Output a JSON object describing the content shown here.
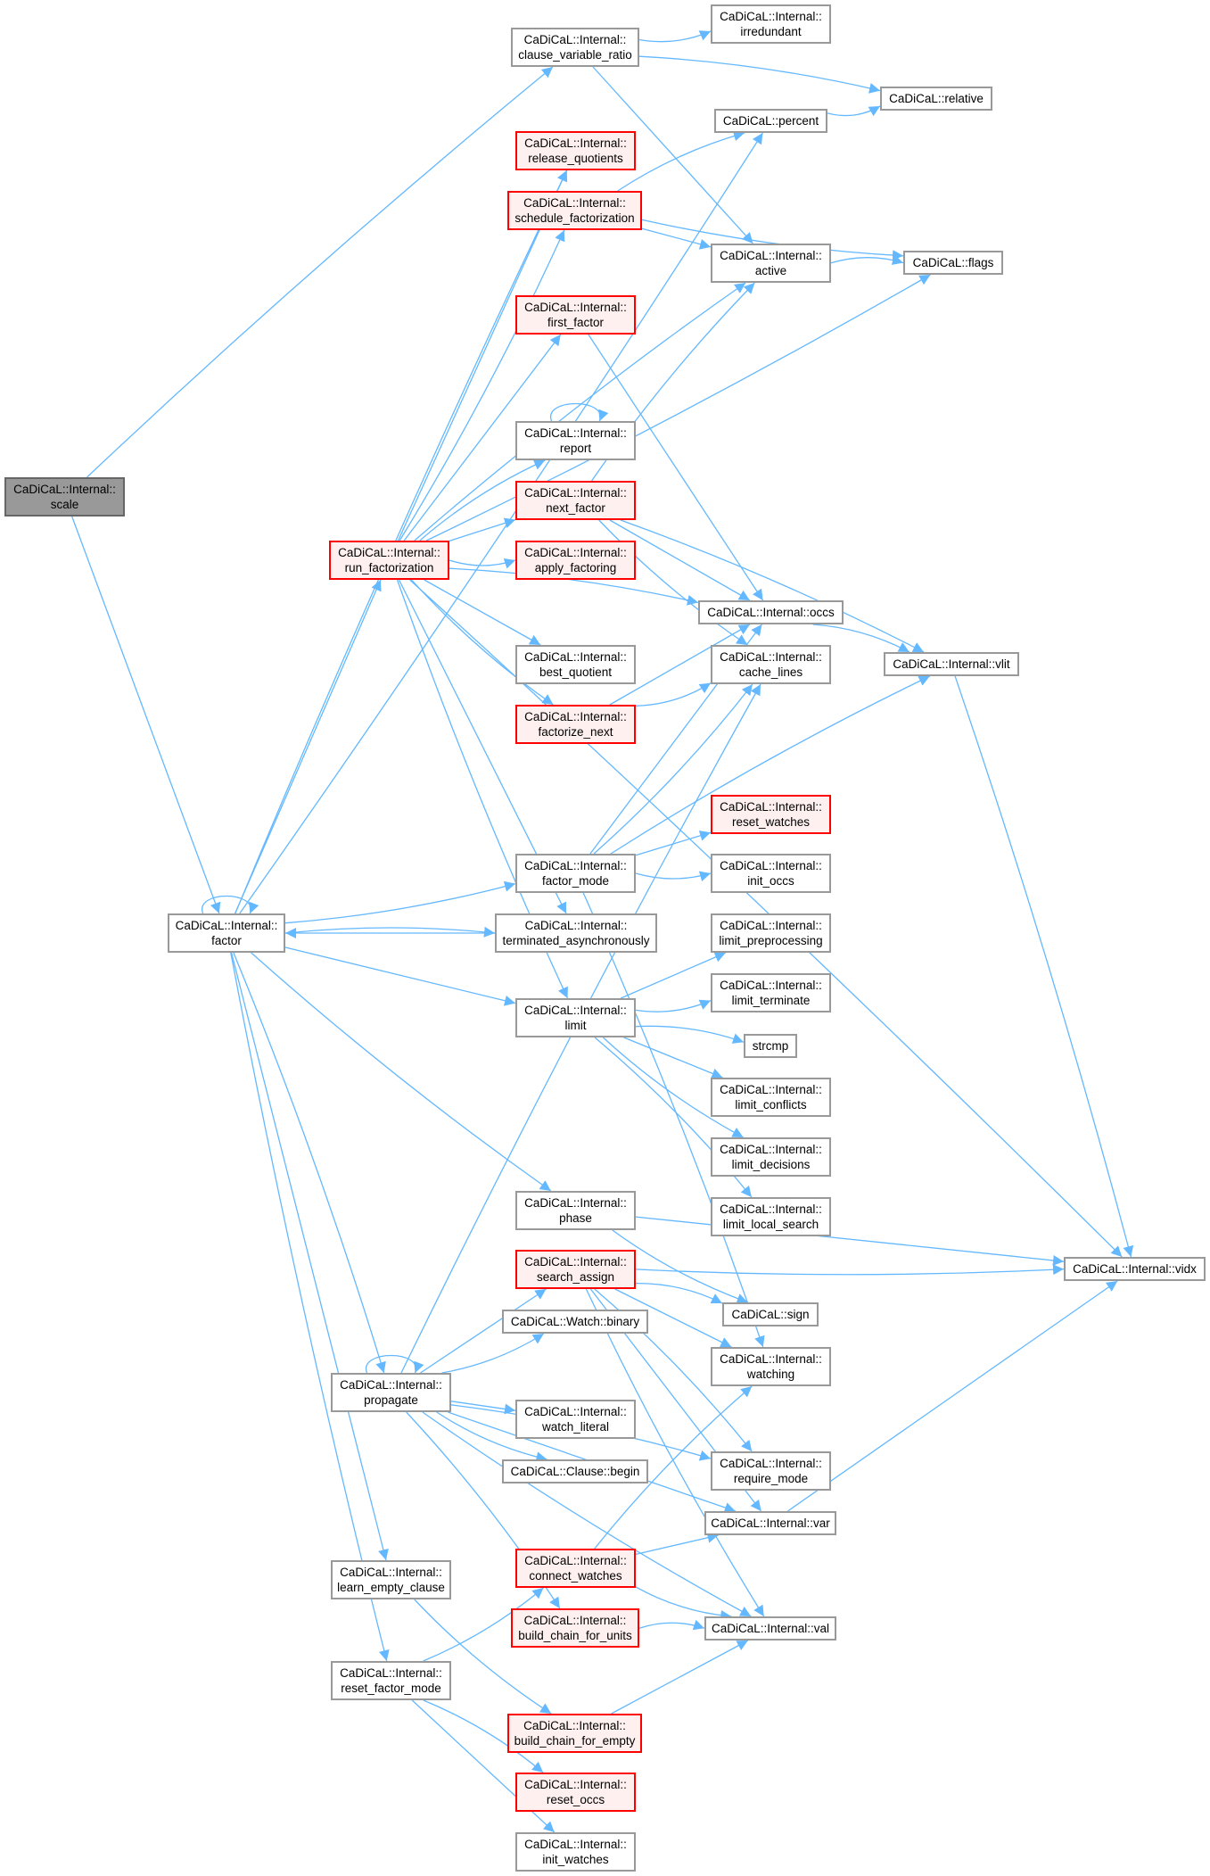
{
  "graph": {
    "edge_color": "#63b8ff",
    "nodes": [
      {
        "id": "scale",
        "ns": "CaDiCaL::Internal::",
        "name": "scale",
        "style": "gray"
      },
      {
        "id": "clause_variable_ratio",
        "ns": "CaDiCaL::Internal::",
        "name": "clause_variable_ratio",
        "style": "white"
      },
      {
        "id": "irredundant",
        "ns": "CaDiCaL::Internal::",
        "name": "irredundant",
        "style": "white"
      },
      {
        "id": "relative",
        "ns": "",
        "name": "CaDiCaL::relative",
        "style": "white"
      },
      {
        "id": "percent",
        "ns": "",
        "name": "CaDiCaL::percent",
        "style": "white"
      },
      {
        "id": "release_quotients",
        "ns": "CaDiCaL::Internal::",
        "name": "release_quotients",
        "style": "red"
      },
      {
        "id": "schedule_factorization",
        "ns": "CaDiCaL::Internal::",
        "name": "schedule_factorization",
        "style": "red"
      },
      {
        "id": "active",
        "ns": "CaDiCaL::Internal::",
        "name": "active",
        "style": "white"
      },
      {
        "id": "flags",
        "ns": "",
        "name": "CaDiCaL::flags",
        "style": "white"
      },
      {
        "id": "first_factor",
        "ns": "CaDiCaL::Internal::",
        "name": "first_factor",
        "style": "red"
      },
      {
        "id": "report",
        "ns": "CaDiCaL::Internal::",
        "name": "report",
        "style": "white"
      },
      {
        "id": "next_factor",
        "ns": "CaDiCaL::Internal::",
        "name": "next_factor",
        "style": "red"
      },
      {
        "id": "run_factorization",
        "ns": "CaDiCaL::Internal::",
        "name": "run_factorization",
        "style": "red"
      },
      {
        "id": "apply_factoring",
        "ns": "CaDiCaL::Internal::",
        "name": "apply_factoring",
        "style": "red"
      },
      {
        "id": "occs",
        "ns": "",
        "name": "CaDiCaL::Internal::occs",
        "style": "white"
      },
      {
        "id": "best_quotient",
        "ns": "CaDiCaL::Internal::",
        "name": "best_quotient",
        "style": "white"
      },
      {
        "id": "cache_lines",
        "ns": "CaDiCaL::Internal::",
        "name": "cache_lines",
        "style": "white"
      },
      {
        "id": "vlit",
        "ns": "",
        "name": "CaDiCaL::Internal::vlit",
        "style": "white"
      },
      {
        "id": "factorize_next",
        "ns": "CaDiCaL::Internal::",
        "name": "factorize_next",
        "style": "red"
      },
      {
        "id": "reset_watches",
        "ns": "CaDiCaL::Internal::",
        "name": "reset_watches",
        "style": "red"
      },
      {
        "id": "factor_mode",
        "ns": "CaDiCaL::Internal::",
        "name": "factor_mode",
        "style": "white"
      },
      {
        "id": "init_occs",
        "ns": "CaDiCaL::Internal::",
        "name": "init_occs",
        "style": "white"
      },
      {
        "id": "factor",
        "ns": "CaDiCaL::Internal::",
        "name": "factor",
        "style": "white"
      },
      {
        "id": "terminated_asynchronously",
        "ns": "CaDiCaL::Internal::",
        "name": "terminated_asynchronously",
        "style": "white"
      },
      {
        "id": "limit_preprocessing",
        "ns": "CaDiCaL::Internal::",
        "name": "limit_preprocessing",
        "style": "white"
      },
      {
        "id": "limit_terminate",
        "ns": "CaDiCaL::Internal::",
        "name": "limit_terminate",
        "style": "white"
      },
      {
        "id": "limit",
        "ns": "CaDiCaL::Internal::",
        "name": "limit",
        "style": "white"
      },
      {
        "id": "strcmp",
        "ns": "",
        "name": "strcmp",
        "style": "white"
      },
      {
        "id": "limit_conflicts",
        "ns": "CaDiCaL::Internal::",
        "name": "limit_conflicts",
        "style": "white"
      },
      {
        "id": "limit_decisions",
        "ns": "CaDiCaL::Internal::",
        "name": "limit_decisions",
        "style": "white"
      },
      {
        "id": "phase",
        "ns": "CaDiCaL::Internal::",
        "name": "phase",
        "style": "white"
      },
      {
        "id": "limit_local_search",
        "ns": "CaDiCaL::Internal::",
        "name": "limit_local_search",
        "style": "white"
      },
      {
        "id": "vidx",
        "ns": "",
        "name": "CaDiCaL::Internal::vidx",
        "style": "white"
      },
      {
        "id": "search_assign",
        "ns": "CaDiCaL::Internal::",
        "name": "search_assign",
        "style": "red"
      },
      {
        "id": "sign",
        "ns": "",
        "name": "CaDiCaL::sign",
        "style": "white"
      },
      {
        "id": "binary",
        "ns": "",
        "name": "CaDiCaL::Watch::binary",
        "style": "white"
      },
      {
        "id": "propagate",
        "ns": "CaDiCaL::Internal::",
        "name": "propagate",
        "style": "white"
      },
      {
        "id": "watching",
        "ns": "CaDiCaL::Internal::",
        "name": "watching",
        "style": "white"
      },
      {
        "id": "watch_literal",
        "ns": "CaDiCaL::Internal::",
        "name": "watch_literal",
        "style": "white"
      },
      {
        "id": "clause_begin",
        "ns": "",
        "name": "CaDiCaL::Clause::begin",
        "style": "white"
      },
      {
        "id": "require_mode",
        "ns": "CaDiCaL::Internal::",
        "name": "require_mode",
        "style": "white"
      },
      {
        "id": "var",
        "ns": "",
        "name": "CaDiCaL::Internal::var",
        "style": "white"
      },
      {
        "id": "learn_empty_clause",
        "ns": "CaDiCaL::Internal::",
        "name": "learn_empty_clause",
        "style": "white"
      },
      {
        "id": "connect_watches",
        "ns": "CaDiCaL::Internal::",
        "name": "connect_watches",
        "style": "red"
      },
      {
        "id": "build_chain_for_units",
        "ns": "CaDiCaL::Internal::",
        "name": "build_chain_for_units",
        "style": "red"
      },
      {
        "id": "val",
        "ns": "",
        "name": "CaDiCaL::Internal::val",
        "style": "white"
      },
      {
        "id": "reset_factor_mode",
        "ns": "CaDiCaL::Internal::",
        "name": "reset_factor_mode",
        "style": "white"
      },
      {
        "id": "build_chain_for_empty",
        "ns": "CaDiCaL::Internal::",
        "name": "build_chain_for_empty",
        "style": "red"
      },
      {
        "id": "reset_occs",
        "ns": "CaDiCaL::Internal::",
        "name": "reset_occs",
        "style": "red"
      },
      {
        "id": "init_watches",
        "ns": "CaDiCaL::Internal::",
        "name": "init_watches",
        "style": "white"
      }
    ],
    "edges": [
      [
        "scale",
        "clause_variable_ratio"
      ],
      [
        "scale",
        "factor"
      ],
      [
        "clause_variable_ratio",
        "irredundant"
      ],
      [
        "clause_variable_ratio",
        "relative"
      ],
      [
        "clause_variable_ratio",
        "active"
      ],
      [
        "percent",
        "relative"
      ],
      [
        "schedule_factorization",
        "percent"
      ],
      [
        "schedule_factorization",
        "active"
      ],
      [
        "schedule_factorization",
        "flags"
      ],
      [
        "active",
        "flags"
      ],
      [
        "first_factor",
        "occs"
      ],
      [
        "report",
        "report"
      ],
      [
        "next_factor",
        "active"
      ],
      [
        "next_factor",
        "occs"
      ],
      [
        "next_factor",
        "cache_lines"
      ],
      [
        "next_factor",
        "vlit"
      ],
      [
        "run_factorization",
        "release_quotients"
      ],
      [
        "run_factorization",
        "schedule_factorization"
      ],
      [
        "run_factorization",
        "active"
      ],
      [
        "run_factorization",
        "first_factor"
      ],
      [
        "run_factorization",
        "flags"
      ],
      [
        "run_factorization",
        "report"
      ],
      [
        "run_factorization",
        "next_factor"
      ],
      [
        "run_factorization",
        "apply_factoring"
      ],
      [
        "run_factorization",
        "occs"
      ],
      [
        "run_factorization",
        "best_quotient"
      ],
      [
        "run_factorization",
        "factorize_next"
      ],
      [
        "run_factorization",
        "vidx"
      ],
      [
        "run_factorization",
        "terminated_asynchronously"
      ],
      [
        "run_factorization",
        "limit"
      ],
      [
        "occs",
        "vlit"
      ],
      [
        "factorize_next",
        "occs"
      ],
      [
        "factorize_next",
        "cache_lines"
      ],
      [
        "vlit",
        "vidx"
      ],
      [
        "factor_mode",
        "occs"
      ],
      [
        "factor_mode",
        "cache_lines"
      ],
      [
        "factor_mode",
        "vlit"
      ],
      [
        "factor_mode",
        "reset_watches"
      ],
      [
        "factor_mode",
        "init_occs"
      ],
      [
        "factor_mode",
        "watching"
      ],
      [
        "factor",
        "factor"
      ],
      [
        "factor",
        "percent"
      ],
      [
        "factor",
        "release_quotients"
      ],
      [
        "factor",
        "run_factorization"
      ],
      [
        "factor",
        "factor_mode"
      ],
      [
        "factor",
        "terminated_asynchronously"
      ],
      [
        "factor",
        "limit"
      ],
      [
        "factor",
        "phase"
      ],
      [
        "factor",
        "propagate"
      ],
      [
        "factor",
        "learn_empty_clause"
      ],
      [
        "factor",
        "reset_factor_mode"
      ],
      [
        "terminated_asynchronously",
        "factor"
      ],
      [
        "limit",
        "limit_preprocessing"
      ],
      [
        "limit",
        "limit_terminate"
      ],
      [
        "limit",
        "strcmp"
      ],
      [
        "limit",
        "limit_conflicts"
      ],
      [
        "limit",
        "limit_decisions"
      ],
      [
        "limit",
        "limit_local_search"
      ],
      [
        "phase",
        "vidx"
      ],
      [
        "phase",
        "sign"
      ],
      [
        "search_assign",
        "sign"
      ],
      [
        "search_assign",
        "watching"
      ],
      [
        "search_assign",
        "vidx"
      ],
      [
        "search_assign",
        "require_mode"
      ],
      [
        "search_assign",
        "var"
      ],
      [
        "search_assign",
        "val"
      ],
      [
        "propagate",
        "propagate"
      ],
      [
        "propagate",
        "search_assign"
      ],
      [
        "propagate",
        "binary"
      ],
      [
        "propagate",
        "cache_lines"
      ],
      [
        "propagate",
        "watch_literal"
      ],
      [
        "propagate",
        "clause_begin"
      ],
      [
        "propagate",
        "require_mode"
      ],
      [
        "propagate",
        "var"
      ],
      [
        "propagate",
        "val"
      ],
      [
        "propagate",
        "build_chain_for_units"
      ],
      [
        "var",
        "vidx"
      ],
      [
        "learn_empty_clause",
        "build_chain_for_empty"
      ],
      [
        "connect_watches",
        "watching"
      ],
      [
        "connect_watches",
        "var"
      ],
      [
        "connect_watches",
        "val"
      ],
      [
        "build_chain_for_units",
        "val"
      ],
      [
        "build_chain_for_empty",
        "val"
      ],
      [
        "reset_factor_mode",
        "connect_watches"
      ],
      [
        "reset_factor_mode",
        "reset_occs"
      ],
      [
        "reset_factor_mode",
        "init_watches"
      ]
    ]
  }
}
